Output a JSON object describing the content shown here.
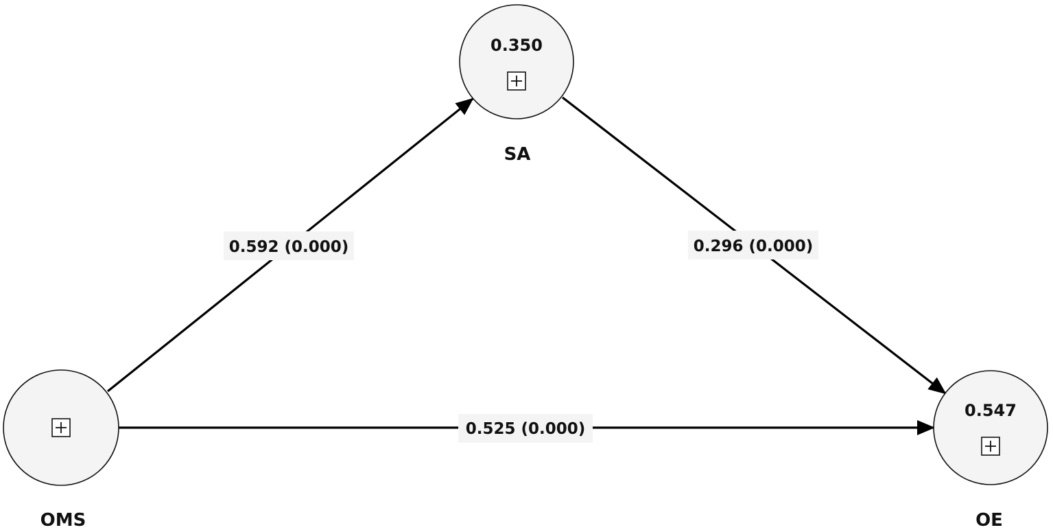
{
  "nodes": {
    "sa": {
      "name": "SA",
      "value": "0.350",
      "icon": "expand-plus-icon"
    },
    "oms": {
      "name": "OMS",
      "value": "",
      "icon": "expand-plus-icon"
    },
    "oe": {
      "name": "OE",
      "value": "0.547",
      "icon": "expand-plus-icon"
    }
  },
  "edges": {
    "oms_sa": {
      "from": "OMS",
      "to": "SA",
      "label": "0.592 (0.000)"
    },
    "sa_oe": {
      "from": "SA",
      "to": "OE",
      "label": "0.296 (0.000)"
    },
    "oms_oe": {
      "from": "OMS",
      "to": "OE",
      "label": "0.525 (0.000)"
    }
  },
  "colors": {
    "node_fill": "#f4f4f4",
    "stroke": "#000000",
    "text": "#111111"
  }
}
